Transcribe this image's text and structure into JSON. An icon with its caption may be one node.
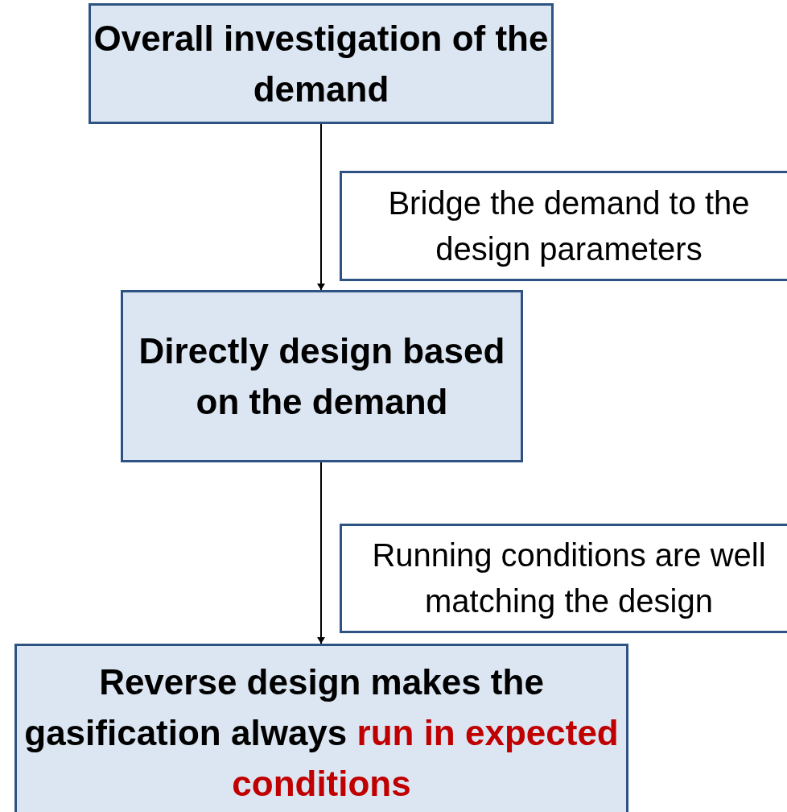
{
  "diagram": {
    "nodes": [
      {
        "text": [
          "Overall investigation of the demand"
        ]
      },
      {
        "text": [
          "Bridge the demand to the design parameters"
        ]
      },
      {
        "text": [
          "Directly design based on the demand"
        ]
      },
      {
        "text": [
          "Running conditions are well matching the design"
        ]
      },
      {
        "text": [
          "Reverse design makes the gasification always",
          "run in expected conditions"
        ]
      }
    ],
    "edges": [
      {
        "from": 0,
        "to": 2,
        "arrow": "to"
      },
      {
        "from": 2,
        "to": 4,
        "arrow": "to"
      }
    ]
  }
}
